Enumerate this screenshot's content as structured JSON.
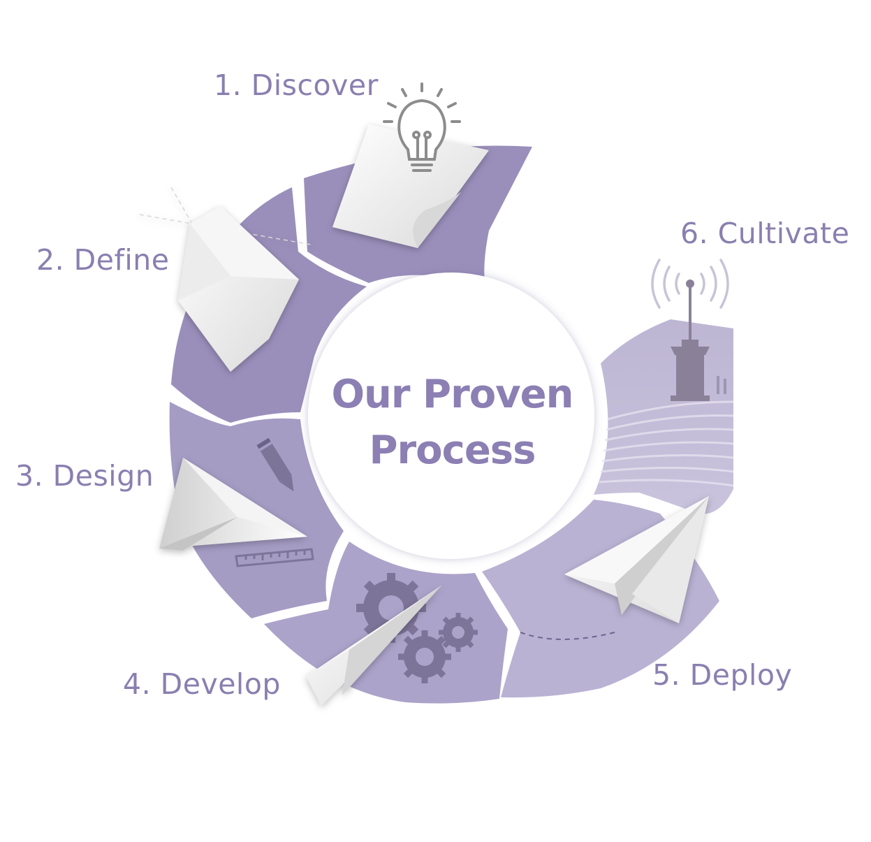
{
  "center": {
    "line1": "Our Proven",
    "line2": "Process"
  },
  "steps": [
    {
      "label": "1. Discover",
      "icon": "lightbulb-icon"
    },
    {
      "label": "2. Define",
      "icon": "folded-paper-icon"
    },
    {
      "label": "3. Design",
      "icon": "pencil-ruler-icon"
    },
    {
      "label": "4. Develop",
      "icon": "gears-icon"
    },
    {
      "label": "5. Deploy",
      "icon": "paper-plane-icon"
    },
    {
      "label": "6. Cultivate",
      "icon": "signal-tower-icon"
    }
  ],
  "colors": {
    "segment_dark": "#9a8fbb",
    "segment_mid": "#a99fc7",
    "segment_light": "#bcb4d4",
    "text": "#8a7fb0",
    "paper": "#f2f2f2"
  }
}
